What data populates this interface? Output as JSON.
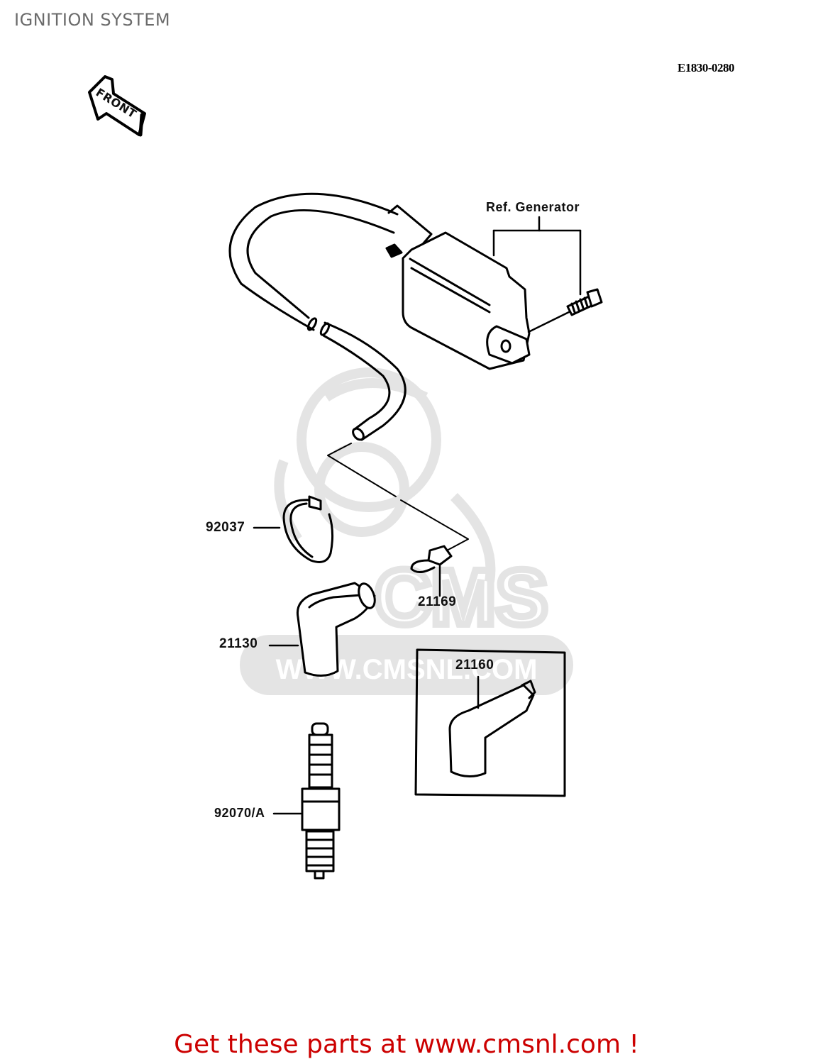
{
  "page": {
    "title": "IGNITION SYSTEM",
    "diagram_code": "E1830-0280",
    "footer": "Get these parts at www.cmsnl.com !",
    "colors": {
      "footer": "#cc0000",
      "title": "#6b6b6b",
      "watermark": "#e2e2e2",
      "line": "#000000"
    }
  },
  "front_arrow": {
    "text": "FRONT",
    "icon": "front-arrow-icon"
  },
  "watermark": {
    "text": "WWW.CMSNL.COM",
    "logo_text": "CMS"
  },
  "callouts": {
    "ref_generator": "Ref. Generator",
    "p92037": "92037",
    "p21169": "21169",
    "p21130": "21130",
    "p21160": "21160",
    "p92070": "92070/A"
  },
  "parts": [
    {
      "number": "92037",
      "name": "clamp"
    },
    {
      "number": "21169",
      "name": "connector"
    },
    {
      "number": "21130",
      "name": "spark-plug-cap"
    },
    {
      "number": "21160",
      "name": "spark-plug-cap-alt"
    },
    {
      "number": "92070/A",
      "name": "spark-plug"
    }
  ]
}
